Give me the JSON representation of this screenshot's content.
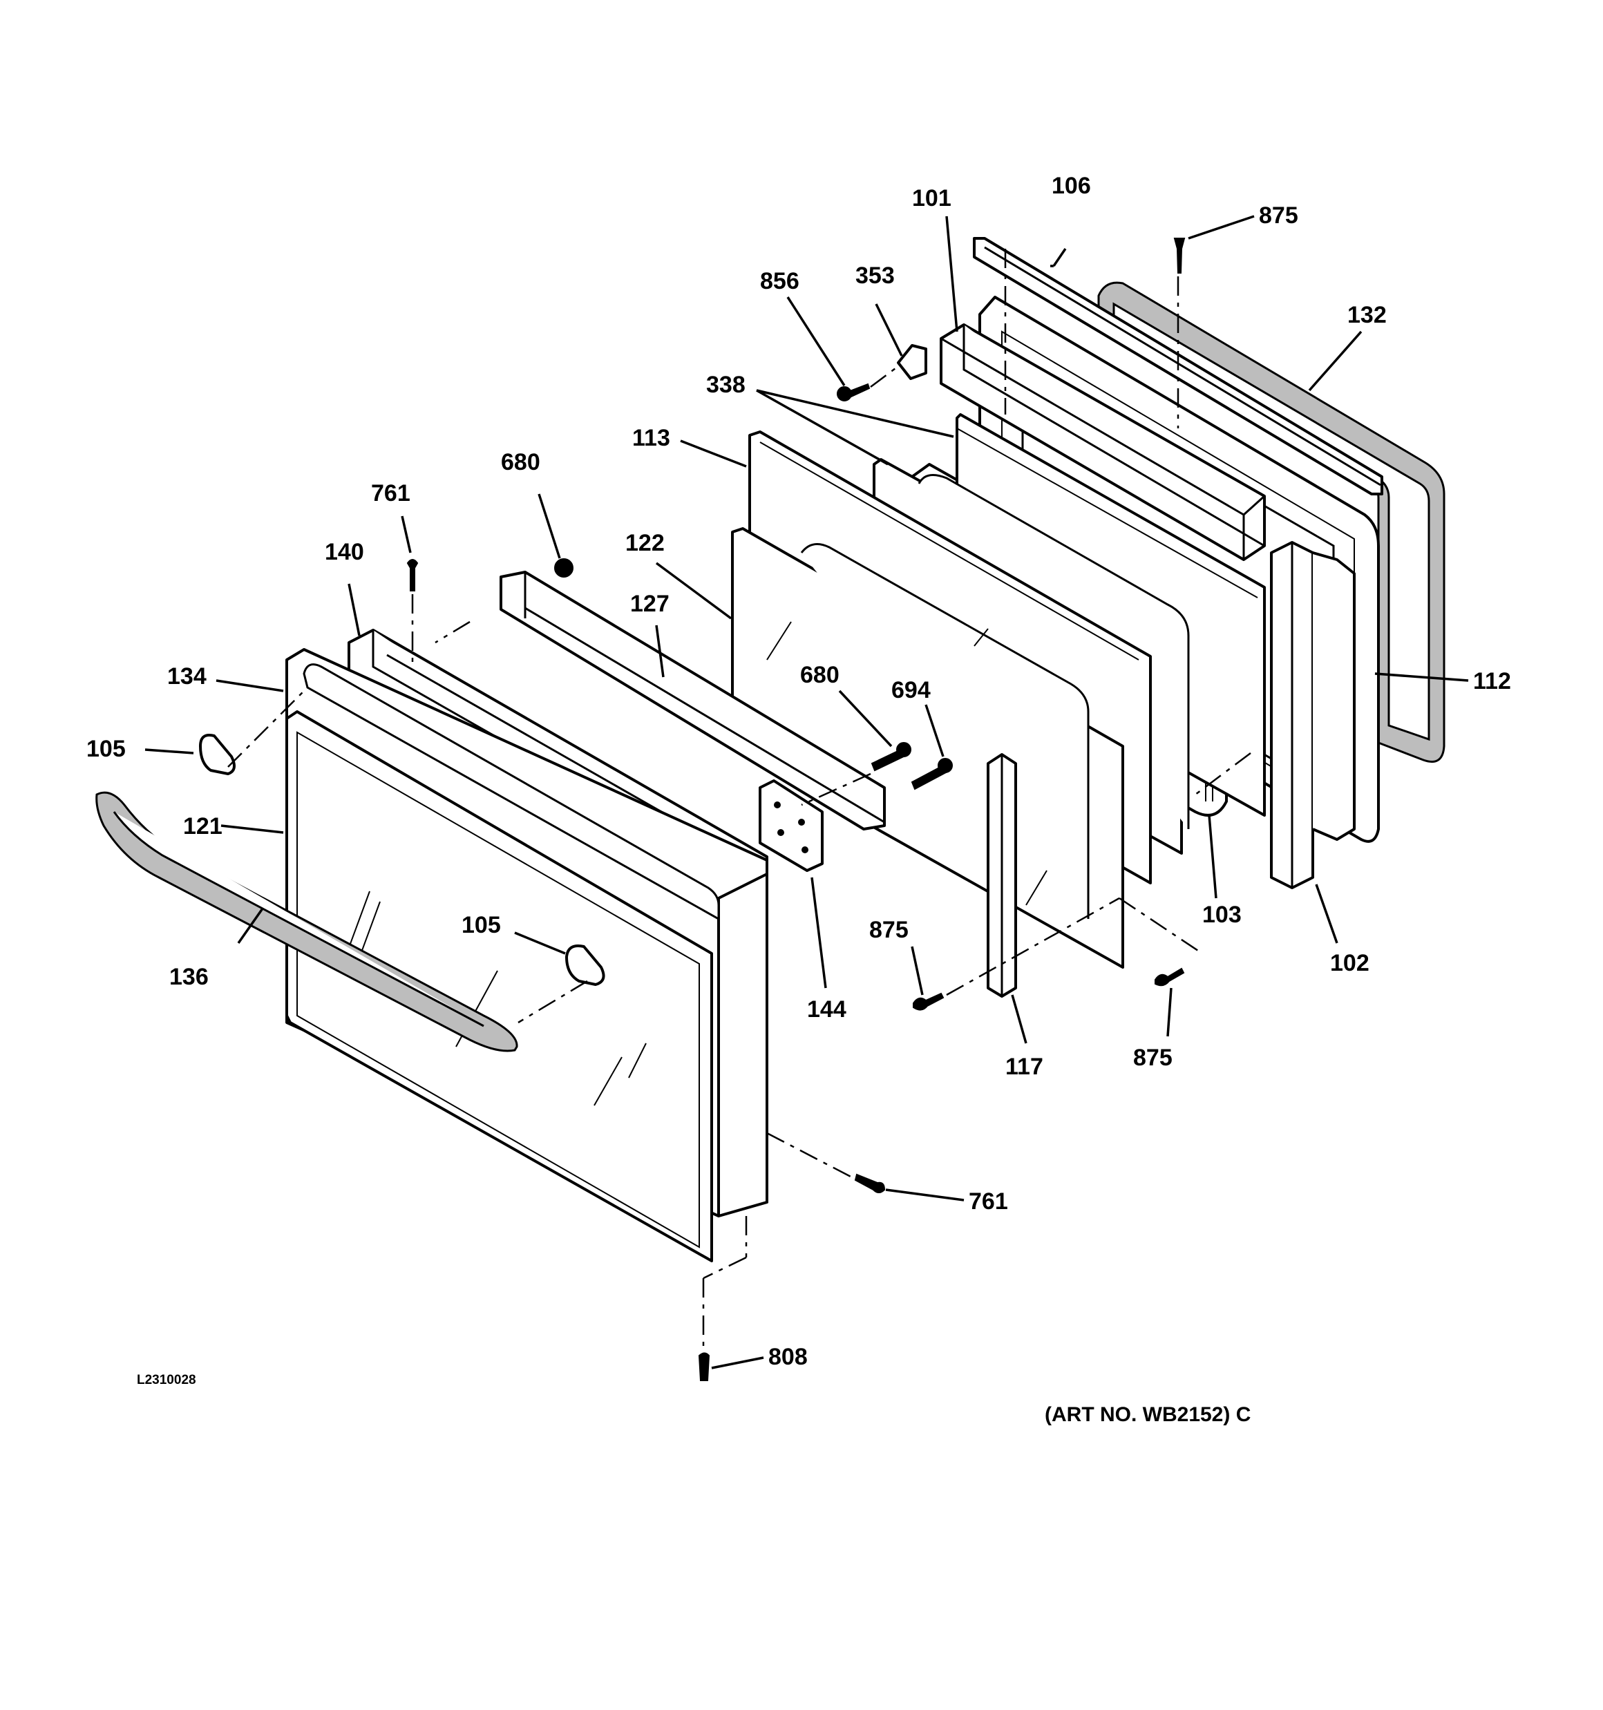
{
  "diagram_code": "L2310028",
  "art_reference": "(ART NO. WB2152) C",
  "callouts": {
    "c101": "101",
    "c106": "106",
    "c875_top": "875",
    "c856": "856",
    "c353": "353",
    "c132": "132",
    "c338": "338",
    "c113": "113",
    "c680_top": "680",
    "c761_top": "761",
    "c140": "140",
    "c122": "122",
    "c127": "127",
    "c134": "134",
    "c105_left": "105",
    "c121": "121",
    "c680_mid": "680",
    "c694": "694",
    "c112": "112",
    "c103": "103",
    "c102": "102",
    "c105_handle": "105",
    "c136": "136",
    "c875_mid": "875",
    "c144": "144",
    "c117": "117",
    "c875_bottom": "875",
    "c761_bottom": "761",
    "c808": "808"
  }
}
